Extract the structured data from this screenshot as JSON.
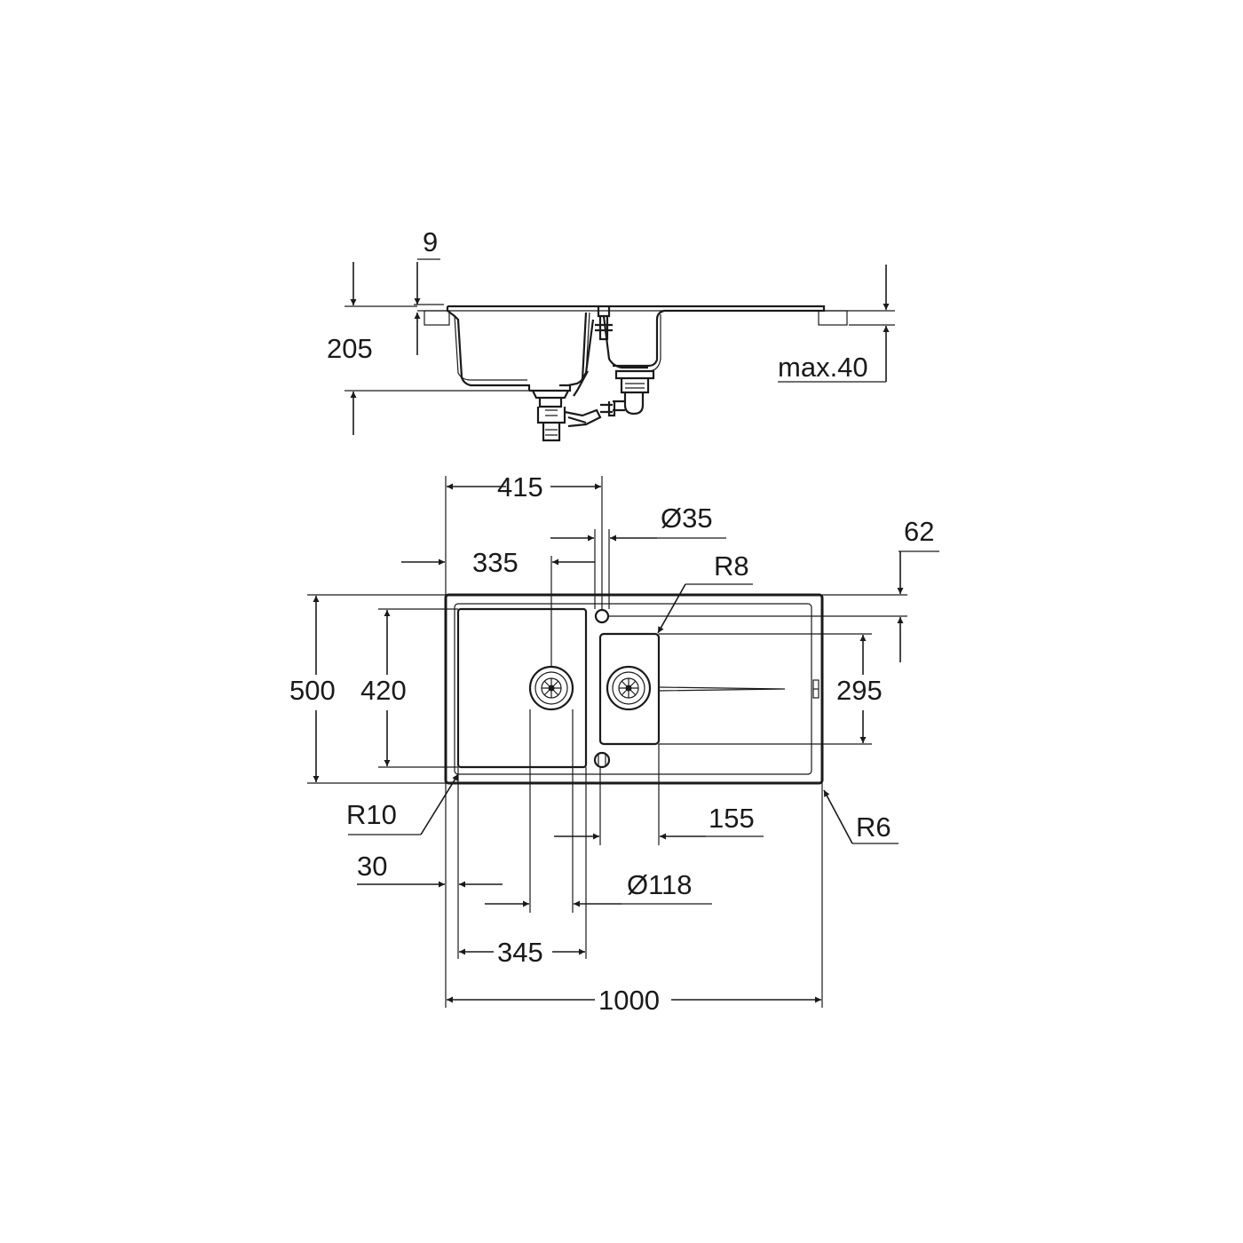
{
  "side_view": {
    "dim_rim": "9",
    "dim_depth": "205",
    "dim_worktop": "max.40"
  },
  "top_view": {
    "dim_415": "415",
    "dim_tap_hole": "Ø35",
    "dim_62": "62",
    "dim_335": "335",
    "dim_r8": "R8",
    "dim_500": "500",
    "dim_420": "420",
    "dim_295": "295",
    "dim_r10": "R10",
    "dim_155": "155",
    "dim_r6": "R6",
    "dim_30": "30",
    "dim_drain": "Ø118",
    "dim_345": "345",
    "dim_1000": "1000"
  },
  "colors": {
    "line": "#1a1a1a",
    "background": "#ffffff"
  }
}
